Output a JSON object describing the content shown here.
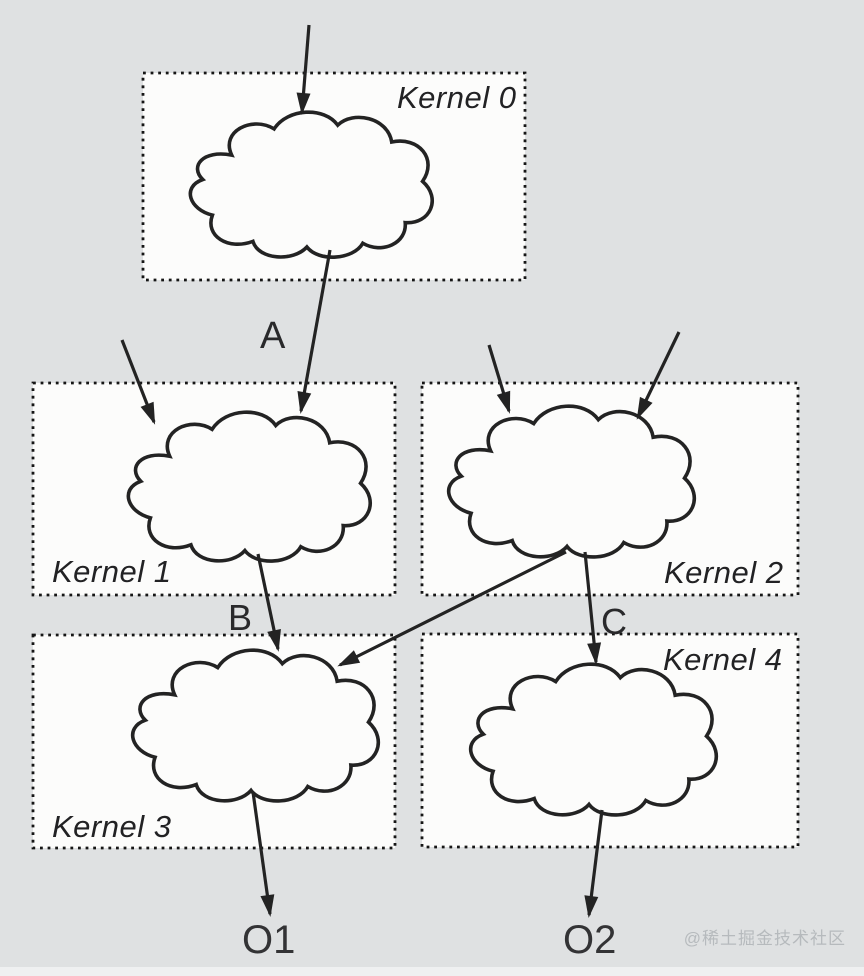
{
  "colors": {
    "background": "#dfe1e2",
    "box_fill": "#fcfcfb",
    "line": "#232323",
    "text": "#29292b",
    "watermark_text": "#b6babd"
  },
  "kernels": [
    {
      "label": "Kernel 0",
      "label_position": "top-right"
    },
    {
      "label": "Kernel 1",
      "label_position": "bottom-left"
    },
    {
      "label": "Kernel 2",
      "label_position": "bottom-right"
    },
    {
      "label": "Kernel 3",
      "label_position": "bottom-left"
    },
    {
      "label": "Kernel 4",
      "label_position": "top-right"
    }
  ],
  "edge_labels": {
    "a": "A",
    "b": "B",
    "c": "C"
  },
  "outputs": {
    "o1": "O1",
    "o2": "O2"
  },
  "watermark": "@稀土掘金技术社区"
}
